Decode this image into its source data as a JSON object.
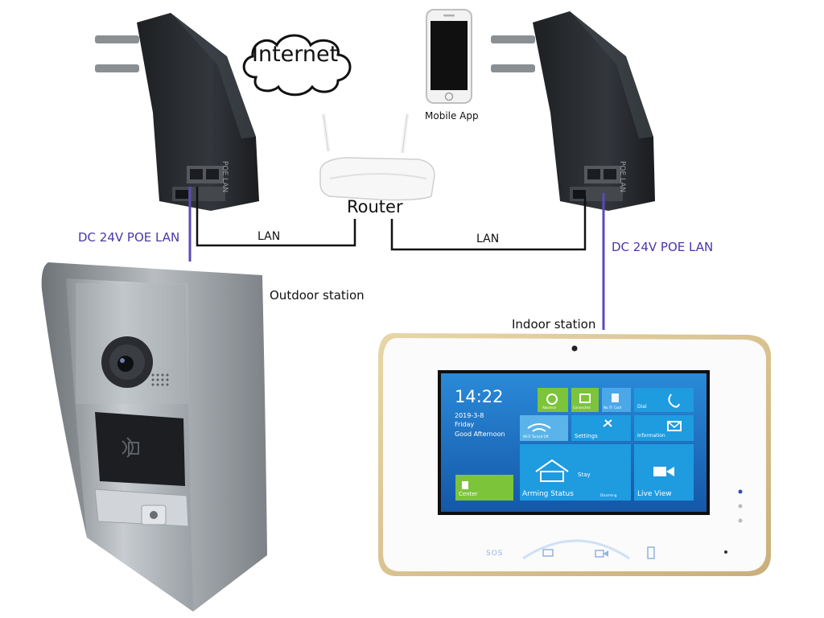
{
  "labels": {
    "internet": "Internet",
    "mobile_app": "Mobile App",
    "router": "Router",
    "lan_left": "LAN",
    "lan_right": "LAN",
    "poe_left": "DC 24V POE LAN",
    "poe_right": "DC 24V POE LAN",
    "outdoor_station": "Outdoor  station",
    "indoor_station": "Indoor station",
    "adapter_port": "POE LAN"
  },
  "indoor_screen": {
    "time": "14:22",
    "date": "2019-3-8",
    "weekday": "Friday",
    "greeting": "Good Afternoon",
    "tiles": {
      "absence": "Absence",
      "connected": "Connected",
      "no_tf_card": "No TF Card",
      "wifi": "Wi-Fi Turned Off",
      "settings": "Settings",
      "dial": "Dial",
      "information": "Information",
      "stay": "Stay",
      "arming_status": "Arming Status",
      "disarming": "Disarming",
      "live_view": "Live View",
      "center": "Center"
    },
    "bottom_sos": "SOS"
  },
  "colors": {
    "poe_line": "#5a4bb8",
    "lan_line": "#111111",
    "adapter_body": "#2a2d31",
    "tile_blue": "#1f9be0",
    "tile_green": "#7cc43a",
    "screen_bg": "#1b6fc0"
  }
}
